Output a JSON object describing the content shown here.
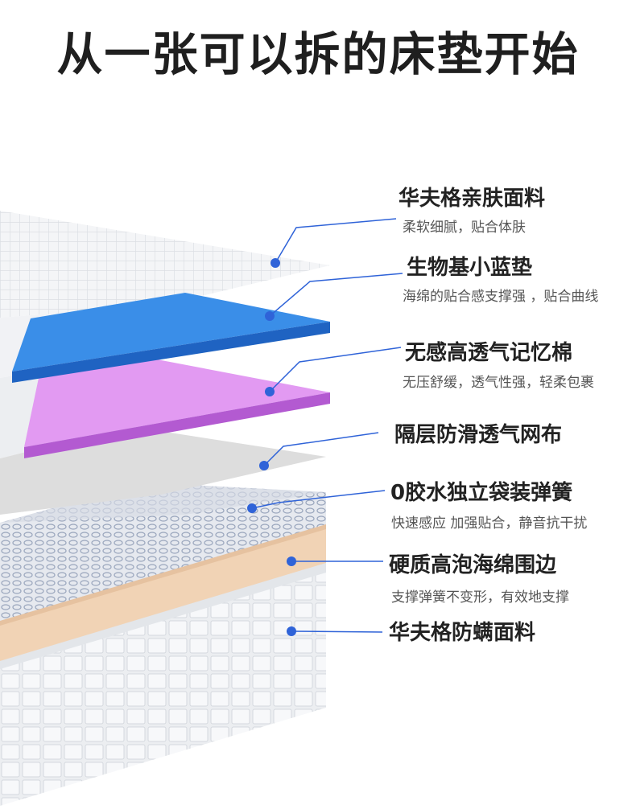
{
  "headline": "从一张可以拆的床垫开始",
  "colors": {
    "leader_line": "#2f63d8",
    "leader_dot": "#2f63d8",
    "blue_layer": "#3a8ee8",
    "purple_layer": "#e29af2",
    "foam_band": "#f1d3b5",
    "text": "#222222"
  },
  "layers": [
    {
      "title": "华夫格亲肤面料",
      "subtitle": "柔软细腻，贴合体肤"
    },
    {
      "title": "生物基小蓝垫",
      "subtitle": "海绵的贴合感支撑强 ，贴合曲线"
    },
    {
      "title": "无感高透气记忆棉",
      "subtitle": "无压舒缓，透气性强，轻柔包裹"
    },
    {
      "title": "隔层防滑透气网布",
      "subtitle": ""
    },
    {
      "title": "0胶水独立袋装弹簧",
      "subtitle": "快速感应 加强贴合，静音抗干扰"
    },
    {
      "title": "硬质高泡海绵围边",
      "subtitle": "支撑弹簧不变形，有效地支撑"
    },
    {
      "title": "华夫格防螨面料",
      "subtitle": ""
    }
  ]
}
